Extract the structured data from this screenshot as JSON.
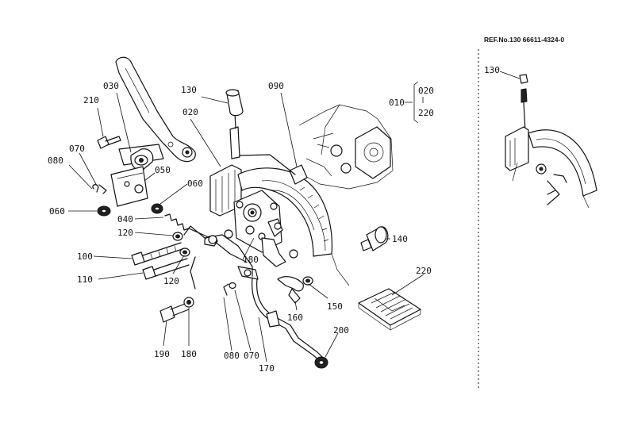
{
  "ref_header": "REF.No.130 66611-4324-0",
  "labels": {
    "l010": "010",
    "l020a": "020",
    "l220a": "220",
    "l210": "210",
    "l030": "030",
    "l130": "130",
    "l090": "090",
    "l020": "020",
    "l070a": "070",
    "l080a": "080",
    "l050": "050",
    "l060a": "060",
    "l060b": "060",
    "l040": "040",
    "l120a": "120",
    "l100": "100",
    "l110": "110",
    "l120b": "120",
    "l180a": "180",
    "l140": "140",
    "l220": "220",
    "l150": "150",
    "l160": "160",
    "l190": "190",
    "l180b": "180",
    "l080b": "080",
    "l070b": "070",
    "l170": "170",
    "l200": "200",
    "l130r": "130"
  }
}
